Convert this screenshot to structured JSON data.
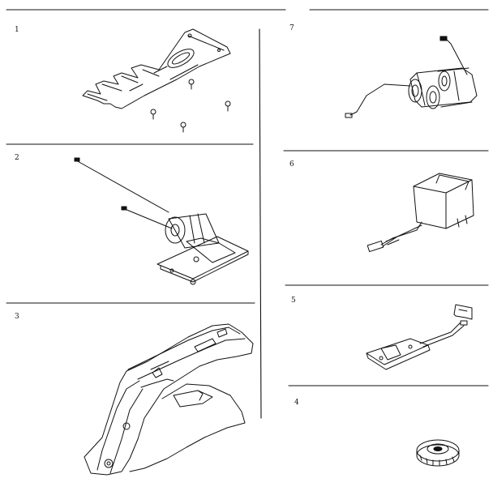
{
  "diagram": {
    "parts": [
      {
        "label": "1",
        "icon": "blade-plate-with-screws"
      },
      {
        "label": "2",
        "icon": "motor-on-mounting-plate"
      },
      {
        "label": "3",
        "icon": "trimmer-housing"
      },
      {
        "label": "4",
        "icon": "gear-wheel"
      },
      {
        "label": "5",
        "icon": "switch-assembly"
      },
      {
        "label": "6",
        "icon": "charger-adapter"
      },
      {
        "label": "7",
        "icon": "battery-pack"
      }
    ],
    "colors": {
      "line": "#111111",
      "background": "#ffffff"
    }
  }
}
